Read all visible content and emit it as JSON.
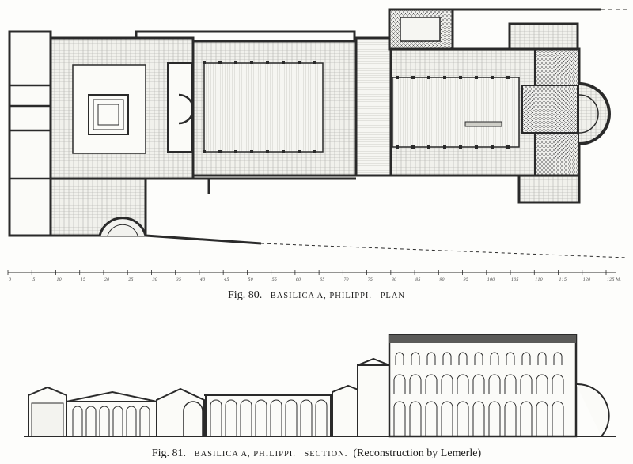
{
  "figures": [
    {
      "number": "Fig. 80.",
      "title": "BASILICA A, PHILIPPI.",
      "subtitle": "PLAN"
    },
    {
      "number": "Fig. 81.",
      "title": "BASILICA A, PHILIPPI.",
      "subtitle": "SECTION.",
      "note": "(Reconstruction by Lemerle)"
    }
  ],
  "scale_bar": {
    "ticks": [
      "0",
      "5",
      "10",
      "15",
      "20",
      "25",
      "30",
      "35",
      "40",
      "45",
      "50",
      "55",
      "60",
      "65",
      "70",
      "75",
      "80",
      "85",
      "90",
      "95",
      "100",
      "105",
      "110",
      "115",
      "120",
      "125 M."
    ]
  },
  "colors": {
    "ink": "#1c1c1c",
    "wall": "#2a2a2a",
    "paper": "#fdfdfb",
    "hatch": "#9a9a9a"
  }
}
